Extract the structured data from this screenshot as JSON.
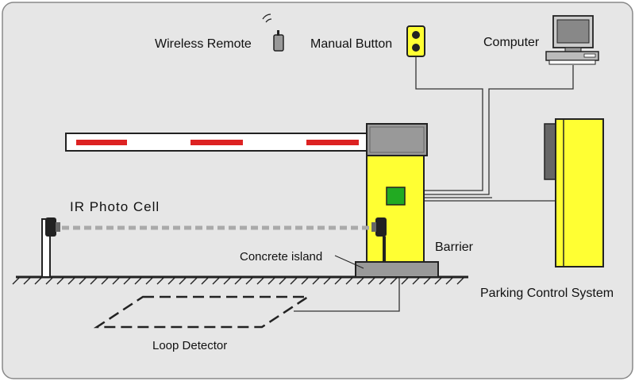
{
  "labels": {
    "wireless_remote": "Wireless Remote",
    "manual_button": "Manual Button",
    "computer": "Computer",
    "ir_photo_cell": "IR Photo Cell",
    "barrier": "Barrier",
    "concrete_island": "Concrete island",
    "parking_control_system": "Parking Control System",
    "loop_detector": "Loop Detector"
  },
  "colors": {
    "background": "#e6e6e6",
    "barrier_yellow": "#ffff33",
    "boom_stripe": "#dd2222",
    "controller_green": "#22aa22",
    "housing_gray": "#999999",
    "outline": "#222222"
  }
}
